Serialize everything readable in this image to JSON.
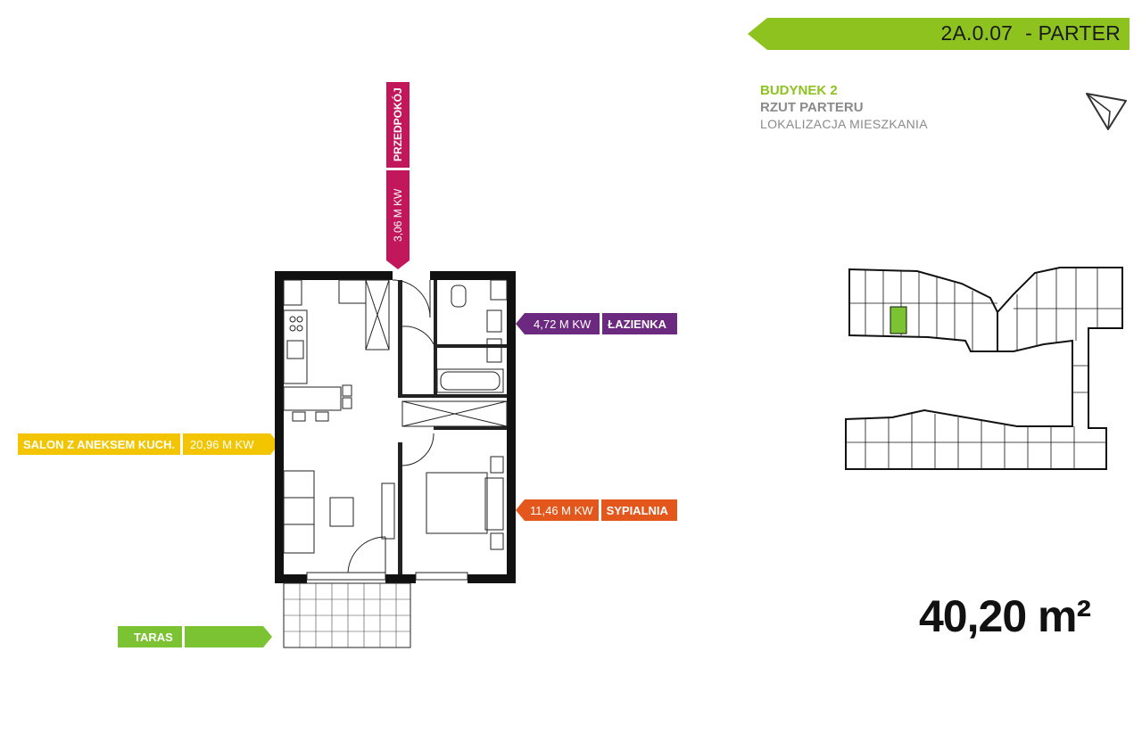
{
  "header": {
    "unit_code": "2A.0.07",
    "floor": "- PARTER",
    "banner_color": "#8dc21f"
  },
  "building": {
    "name": "BUDYNEK 2",
    "plan": "RZUT PARTERU",
    "location": "LOKALIZACJA MIESZKANIA"
  },
  "total_area": "40,20 m²",
  "rooms": {
    "przedpokoj": {
      "name": "PRZEDPOKÓJ",
      "area": "3,06 M KW",
      "color": "#c2185b"
    },
    "lazienka": {
      "name": "ŁAZIENKA",
      "area": "4,72 M KW",
      "color": "#6b2a7f"
    },
    "salon": {
      "name": "SALON Z ANEKSEM KUCH.",
      "area": "20,96 M KW",
      "color": "#f2c500"
    },
    "sypialnia": {
      "name": "SYPIALNIA",
      "area": "11,46 M KW",
      "color": "#e4571c"
    },
    "taras": {
      "name": "TARAS",
      "color": "#7cc334"
    }
  },
  "icons": {
    "north_arrow": "compass-arrow-icon"
  },
  "site_plan": {
    "highlight_color": "#7cc334"
  }
}
